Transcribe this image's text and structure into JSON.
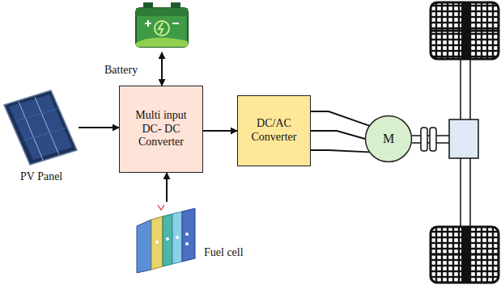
{
  "diagram": {
    "nodes": [
      {
        "text": [
          "Battery"
        ]
      },
      {
        "text": [
          "PV Panel"
        ]
      },
      {
        "text": [
          "Multi input DC- DC Converter"
        ]
      },
      {
        "text": [
          "DC/AC Converter"
        ]
      },
      {
        "text": [
          "M"
        ]
      },
      {
        "text": [
          "Fuel cell"
        ]
      }
    ],
    "edges": [
      {
        "from": 0,
        "to": 2,
        "arrow": "both"
      },
      {
        "from": 1,
        "to": 2,
        "arrow": "to"
      },
      {
        "from": 5,
        "to": 2,
        "arrow": "to"
      },
      {
        "from": 2,
        "to": 3,
        "arrow": "to"
      },
      {
        "from": 3,
        "to": 4,
        "arrow": "none"
      }
    ]
  }
}
